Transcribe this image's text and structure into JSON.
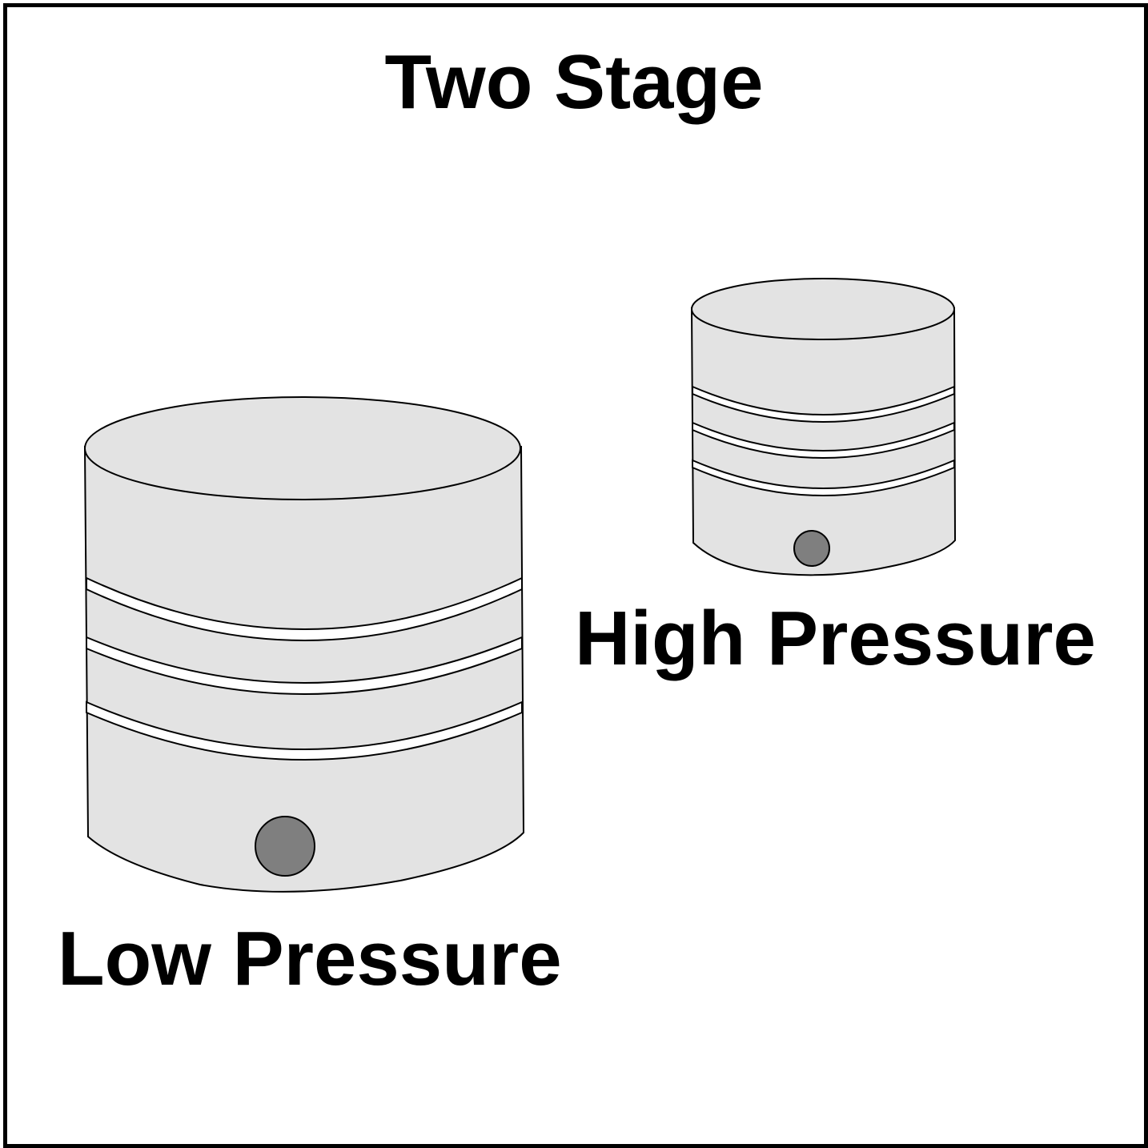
{
  "title": "Two Stage",
  "stages": [
    {
      "id": "low",
      "label": "Low Pressure"
    },
    {
      "id": "high",
      "label": "High Pressure"
    }
  ],
  "colors": {
    "cylinder_fill": "#e3e3e3",
    "port_fill": "#7f7f7f",
    "outline": "#000000",
    "background": "#ffffff"
  }
}
